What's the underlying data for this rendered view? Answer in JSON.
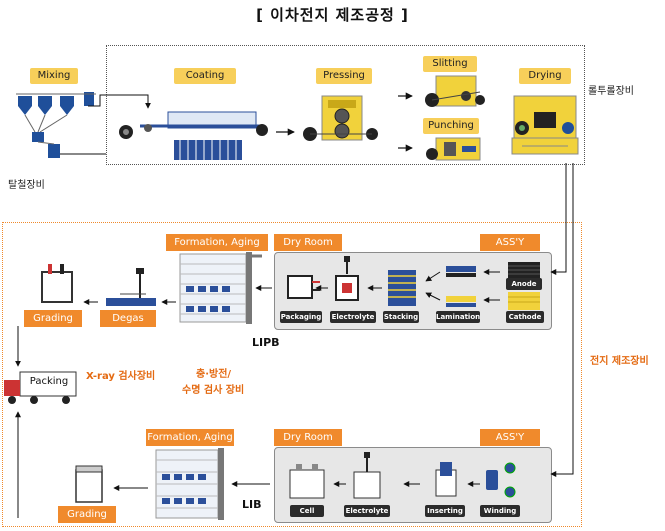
{
  "title": "[ 이차전지 제조공정 ]",
  "roll_to_roll": {
    "steps": {
      "mixing": "Mixing",
      "coating": "Coating",
      "pressing": "Pressing",
      "slitting": "Slitting",
      "punching": "Punching",
      "drying": "Drying"
    },
    "side_label": "롤투롤장비",
    "bottom_left_label": "탈철장비"
  },
  "cell_section_label": "전지 제조장비",
  "lipb": {
    "formation_label": "Formation, Aging",
    "dry_room_label": "Dry Room",
    "assy_label": "ASS'Y",
    "grading": "Grading",
    "degas": "Degas",
    "steps": {
      "packaging": "Packaging",
      "electrolyte": "Electrolyte",
      "stacking": "Stacking",
      "lamination": "Lamination",
      "anode": "Anode",
      "cathode": "Cathode"
    },
    "name": "LIPB"
  },
  "inspection": {
    "packing": "Packing",
    "xray": "X-ray 검사장비",
    "line1": "충·방전/",
    "line2": "수명 검사 장비"
  },
  "lib": {
    "formation_label": "Formation, Aging",
    "dry_room_label": "Dry Room",
    "assy_label": "ASS'Y",
    "grading": "Grading",
    "steps": {
      "cell": "Cell",
      "electrolyte": "Electrolyte",
      "inserting": "Inserting",
      "winding": "Winding"
    },
    "name": "LIB"
  }
}
